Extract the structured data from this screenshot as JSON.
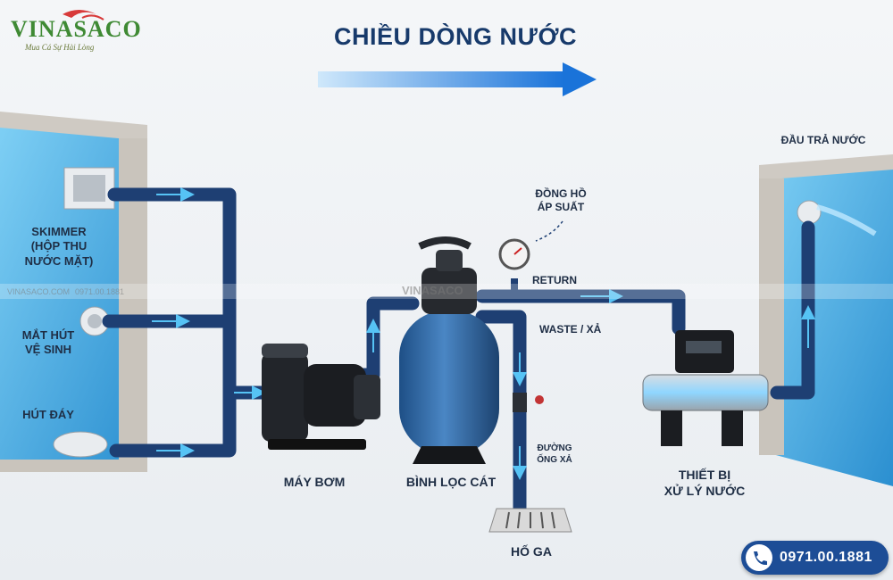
{
  "brand": {
    "name": "VINASACO",
    "tagline": "Mua Cá Sự Hài Lòng"
  },
  "title": "CHIỀU DÒNG NƯỚC",
  "labels": {
    "skimmer": "SKIMMER\n(HỘP THU\nNƯỚC MẶT)",
    "vacuum": "MẮT HÚT\nVỆ SINH",
    "drain": "HÚT ĐÁY",
    "pump": "MÁY BƠM",
    "filter": "BÌNH LỌC CÁT",
    "gauge": "ĐỒNG HỒ\nÁP SUẤT",
    "return": "RETURN",
    "waste": "WASTE / XẢ",
    "drain_pipe": "ĐƯỜNG\nỐNG XẢ",
    "sump": "HỐ GA",
    "treatment": "THIẾT BỊ\nXỬ LÝ NƯỚC",
    "return_jet": "ĐẦU TRẢ NƯỚC"
  },
  "watermark": {
    "site": "VINASACO.COM",
    "phone": "0971.00.1881",
    "logo": "VINASACO"
  },
  "hotline": "0971.00.1881",
  "colors": {
    "pipe": "#1e3f73",
    "flow_arrow": "#56c3f5",
    "title": "#173a6b",
    "water": "#3aa6e0",
    "brand": "#3f8a34"
  },
  "icons": [
    "phone-icon",
    "flow-direction-arrow",
    "pressure-gauge-icon"
  ]
}
